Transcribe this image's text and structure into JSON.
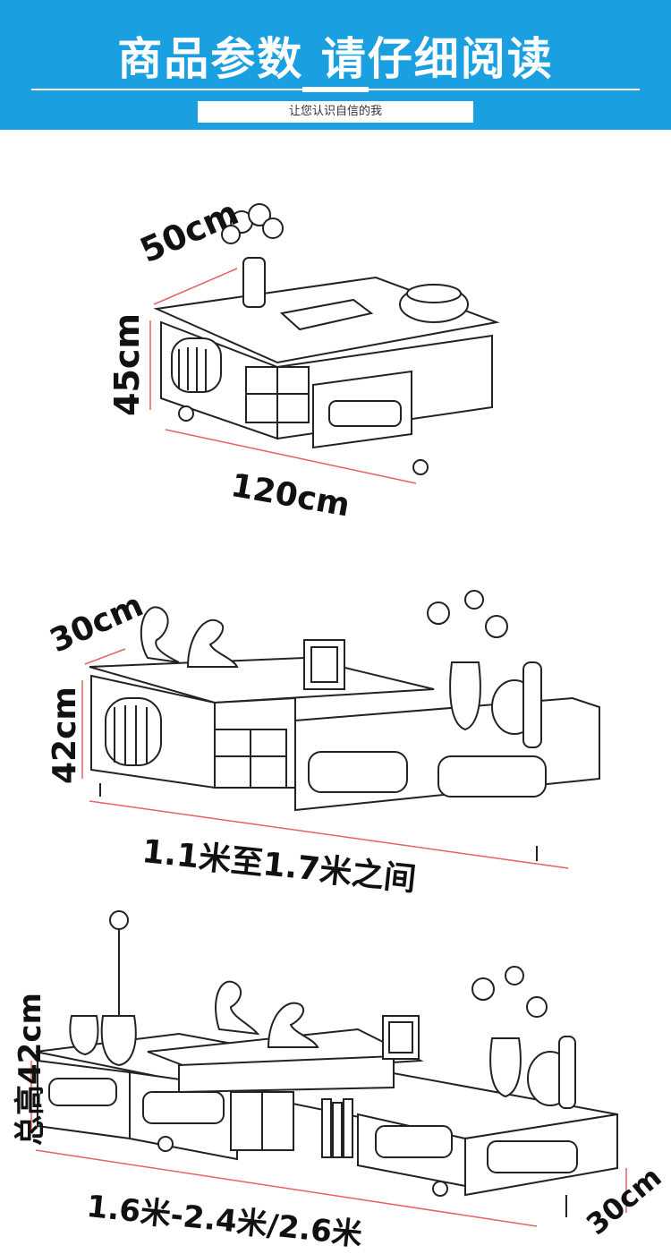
{
  "header": {
    "title": "商品参数 请仔细阅读",
    "subtitle": "让您认识自信的我"
  },
  "colors": {
    "banner": "#1a9fe0",
    "dimension_line": "#e86060"
  },
  "products": [
    {
      "depth": "50cm",
      "height": "45cm",
      "width": "120cm"
    },
    {
      "depth": "30cm",
      "height": "42cm",
      "width": "1.1米至1.7米之间"
    },
    {
      "height": "总高42cm",
      "width": "1.6米-2.4米/2.6米",
      "depth": "30cm"
    }
  ]
}
